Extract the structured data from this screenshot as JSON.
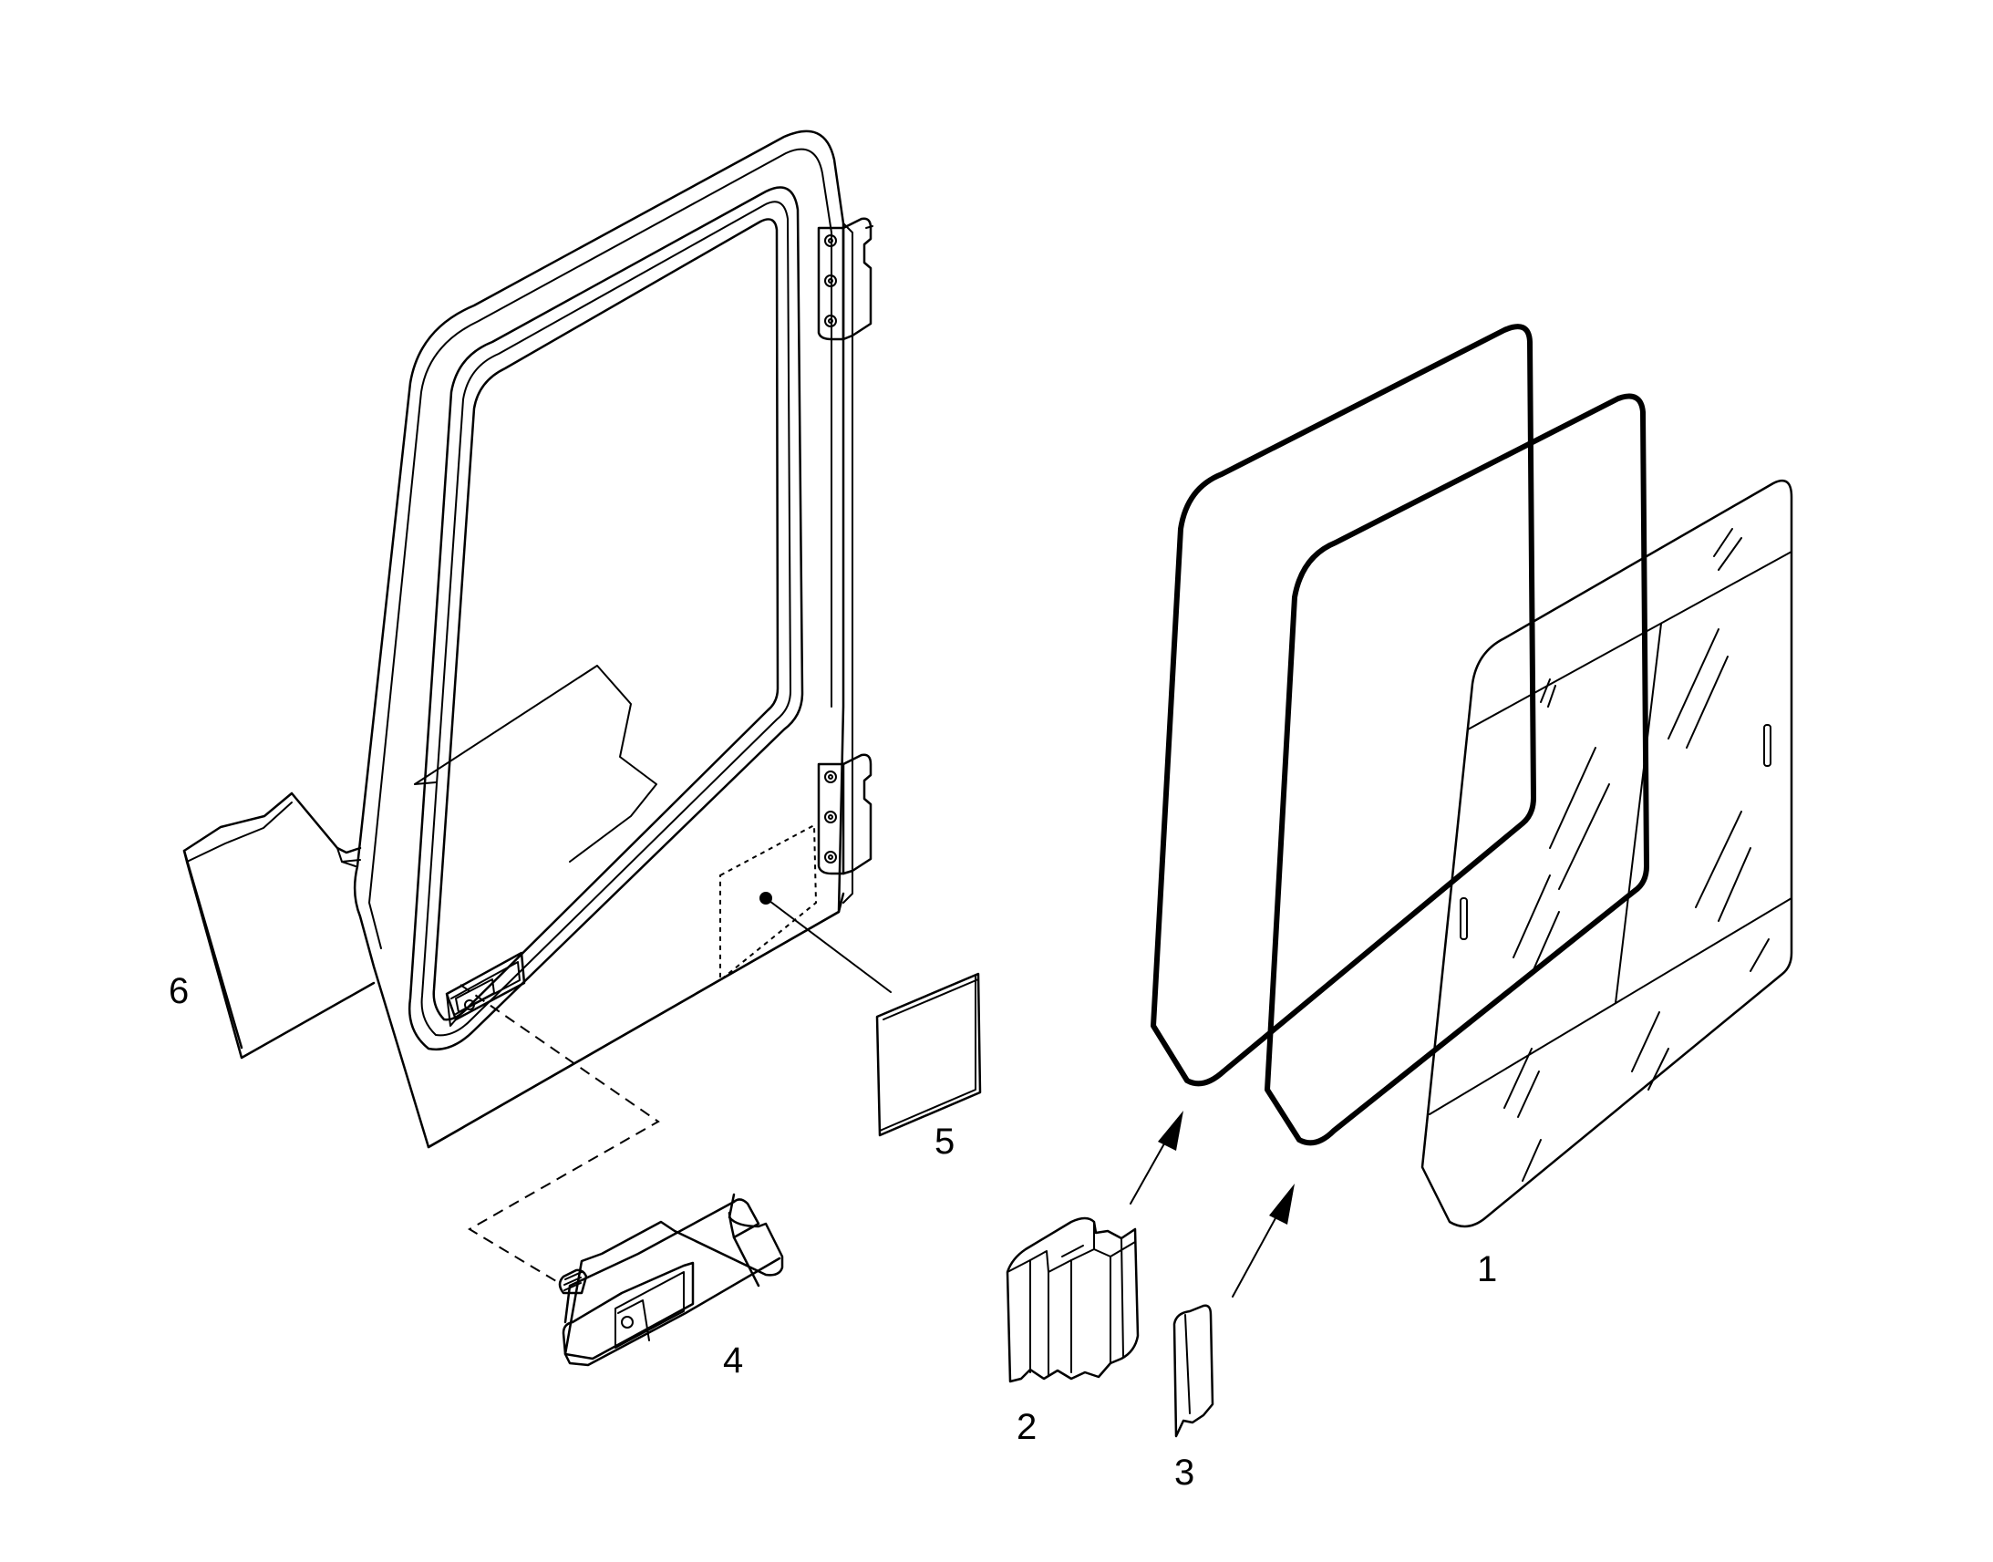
{
  "parts": [
    {
      "id": "glass-pane",
      "label": "1"
    },
    {
      "id": "rubber-seal-profile",
      "label": "2"
    },
    {
      "id": "filler-strip",
      "label": "3"
    },
    {
      "id": "door-handle",
      "label": "4"
    },
    {
      "id": "decal-plate",
      "label": "5"
    },
    {
      "id": "door-frame",
      "label": "6"
    }
  ],
  "colors": {
    "line": "#000000",
    "background": "#ffffff"
  }
}
